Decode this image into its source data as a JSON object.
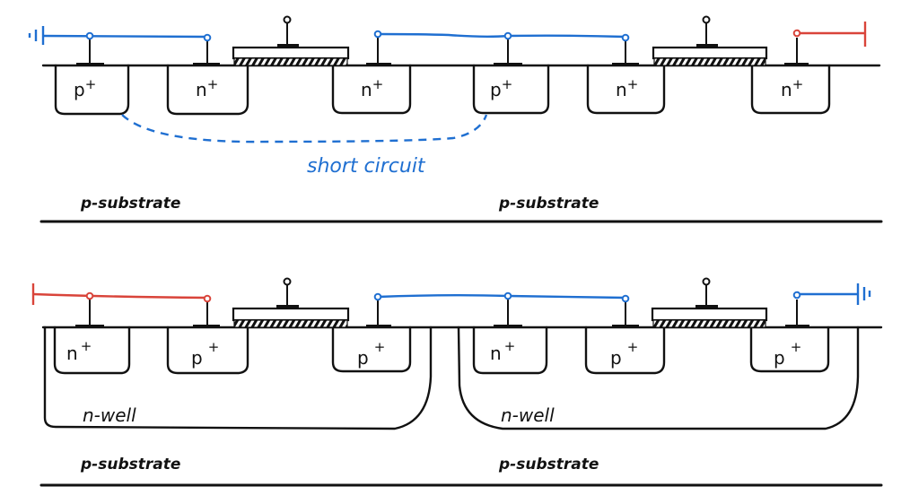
{
  "colors": {
    "ground_wire": "#1f6fd1",
    "supply_wire": "#d9443a",
    "ink": "#111111",
    "annotation": "#1f6fd1"
  },
  "top_panel": {
    "description": "Two NMOS transistors in p-substrate with shared p+ taps",
    "left_terminal": {
      "type": "ground",
      "icon": "ground-icon",
      "color_key": "ground_wire"
    },
    "right_terminal": {
      "type": "supply",
      "icon": "supply-icon",
      "color_key": "supply_wire"
    },
    "regions": [
      {
        "base": "p",
        "sup": "+"
      },
      {
        "base": "n",
        "sup": "+"
      },
      {
        "base": "n",
        "sup": "+"
      },
      {
        "base": "p",
        "sup": "+"
      },
      {
        "base": "n",
        "sup": "+"
      },
      {
        "base": "n",
        "sup": "+"
      }
    ],
    "substrate_labels": [
      "p-substrate",
      "p-substrate"
    ],
    "annotation": "short circuit"
  },
  "bottom_panel": {
    "description": "Two PMOS transistors in separate n-wells on p-substrate",
    "left_terminal": {
      "type": "supply",
      "icon": "supply-icon",
      "color_key": "supply_wire"
    },
    "right_terminal": {
      "type": "ground",
      "icon": "ground-icon",
      "color_key": "ground_wire"
    },
    "regions": [
      {
        "base": "n",
        "sup": "+"
      },
      {
        "base": "p",
        "sup": "+"
      },
      {
        "base": "p",
        "sup": "+"
      },
      {
        "base": "n",
        "sup": "+"
      },
      {
        "base": "p",
        "sup": "+"
      },
      {
        "base": "p",
        "sup": "+"
      }
    ],
    "well_labels": [
      "n-well",
      "n-well"
    ],
    "substrate_labels": [
      "p-substrate",
      "p-substrate"
    ]
  }
}
